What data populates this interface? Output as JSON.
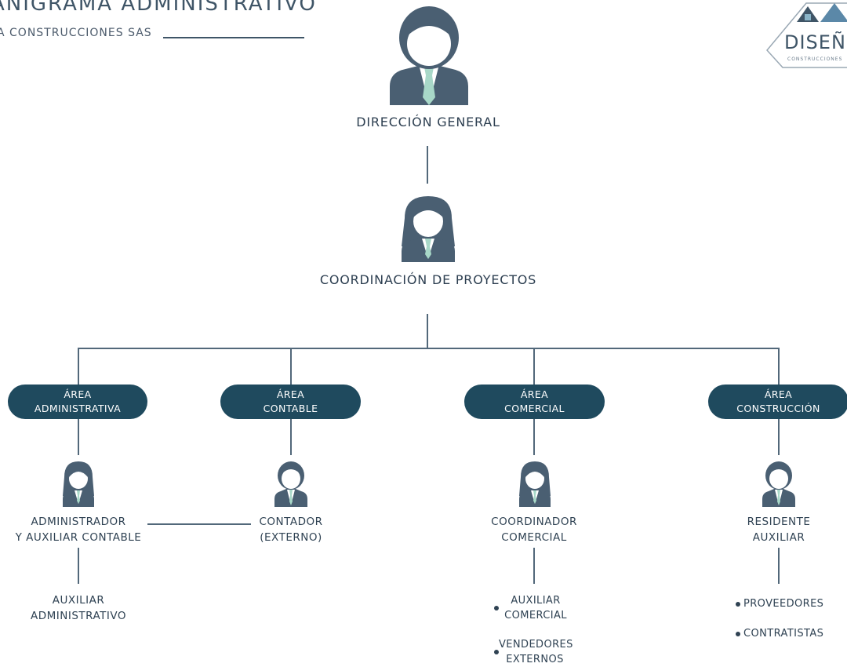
{
  "header": {
    "title": "ANIGRAMA ADMINISTRATIVO",
    "subtitle": "A CONSTRUCCIONES SAS"
  },
  "logo": {
    "text": "DISEÑ",
    "small": "CONSTRUCCIONES"
  },
  "colors": {
    "pill": "#1f4a5e",
    "line": "#52687a",
    "person": "#4a5f72",
    "tie": "#a8d8c8"
  },
  "top": {
    "label": "DIRECCIÓN GENERAL"
  },
  "second": {
    "label": "COORDINACIÓN DE PROYECTOS"
  },
  "areas": [
    {
      "label": "ÁREA\nADMINISTRATIVA"
    },
    {
      "label": "ÁREA\nCONTABLE"
    },
    {
      "label": "ÁREA\nCOMERCIAL"
    },
    {
      "label": "ÁREA\nCONSTRUCCIÓN"
    }
  ],
  "roles": [
    {
      "label": "ADMINISTRADOR\nY AUXILIAR CONTABLE"
    },
    {
      "label": "CONTADOR\n(EXTERNO)"
    },
    {
      "label": "COORDINADOR\nCOMERCIAL"
    },
    {
      "label": "RESIDENTE\nAUXILIAR"
    }
  ],
  "subroles": {
    "admin": "AUXILIAR\nADMINISTRATIVO",
    "comercial": [
      "AUXILIAR\nCOMERCIAL",
      "VENDEDORES\nEXTERNOS"
    ],
    "construccion": [
      "PROVEEDORES",
      "CONTRATISTAS"
    ]
  }
}
